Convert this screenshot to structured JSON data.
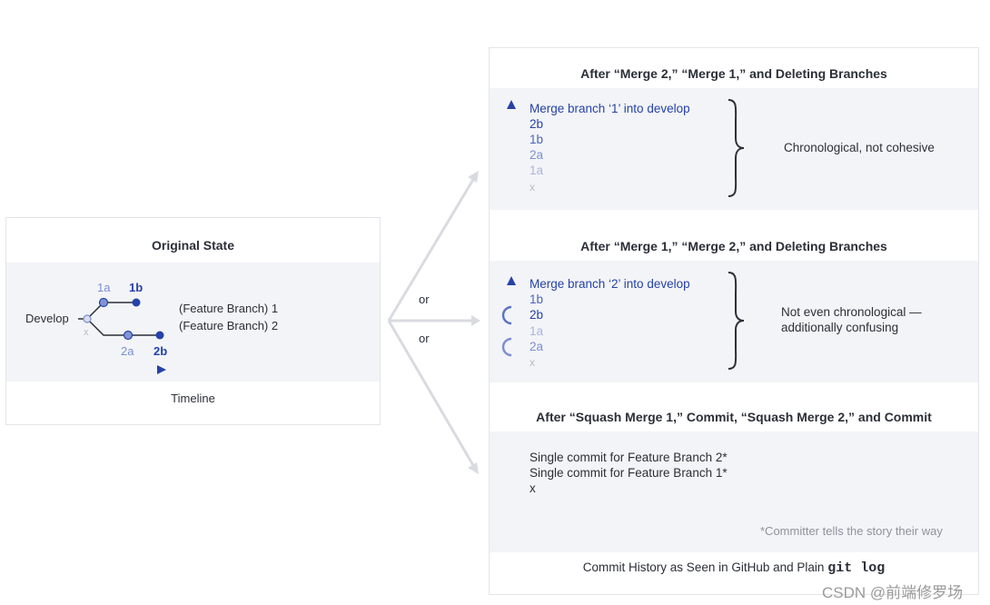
{
  "original": {
    "title": "Original State",
    "develop_label": "Develop",
    "commit_1a": "1a",
    "commit_1b": "1b",
    "commit_2a": "2a",
    "commit_2b": "2b",
    "commit_x": "x",
    "branch1_label": "(Feature Branch) 1",
    "branch2_label": "(Feature Branch) 2",
    "timeline_label": "Timeline"
  },
  "connectors": {
    "or1": "or",
    "or2": "or"
  },
  "panel_a": {
    "title": "After “Merge 2,” “Merge 1,” and Deleting Branches",
    "log": [
      "Merge branch ‘1’ into develop",
      "2b",
      "1b",
      "2a",
      "1a",
      "x"
    ],
    "note": "Chronological, not cohesive"
  },
  "panel_b": {
    "title": "After “Merge 1,” “Merge 2,” and Deleting Branches",
    "log": [
      "Merge branch ‘2’ into develop",
      "1b",
      "2b",
      "1a",
      "2a",
      "x"
    ],
    "note_line1": "Not even chronological —",
    "note_line2": "additionally confusing"
  },
  "panel_c": {
    "title": "After “Squash Merge 1,” Commit, “Squash Merge 2,” and Commit",
    "log": [
      "Single commit for Feature Branch 2*",
      "Single commit for Feature Branch 1*",
      "x"
    ],
    "footnote": "*Committer tells the story their way",
    "caption_prefix": "Commit History as Seen in GitHub and Plain",
    "caption_code": "git log"
  },
  "watermark": "CSDN @前端修罗场",
  "colors": {
    "dark": "#2542a8",
    "mid": "#4a63bb",
    "light": "#7b8fd0",
    "xlight": "#aab5de",
    "arrow_gray": "#d9dbe0",
    "panel_bg": "#f3f4f7"
  }
}
